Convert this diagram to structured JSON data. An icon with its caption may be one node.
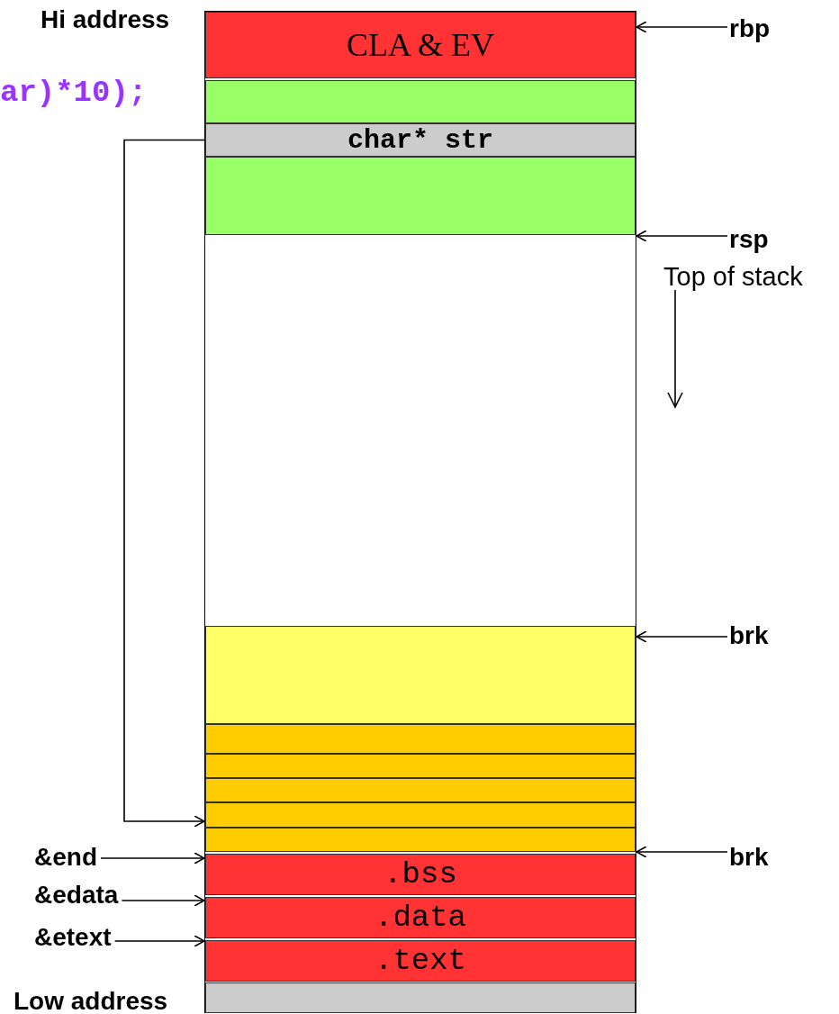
{
  "diagram": {
    "nodes": [
      {
        "text": [
          "CLA & EV"
        ]
      },
      {
        "text": [],
        "shape": "box"
      },
      {
        "text": [
          "char* str"
        ]
      },
      {
        "text": [],
        "shape": "box"
      },
      {
        "text": [],
        "shape": "box"
      },
      {
        "text": [],
        "shape": "box"
      },
      {
        "text": [],
        "shape": "box"
      },
      {
        "text": [],
        "shape": "box"
      },
      {
        "text": [],
        "shape": "box"
      },
      {
        "text": [],
        "shape": "box"
      },
      {
        "text": [
          ".bss"
        ]
      },
      {
        "text": [
          ".data"
        ]
      },
      {
        "text": [
          ".text"
        ]
      },
      {
        "text": [],
        "shape": "box"
      },
      {
        "text": [
          "rbp"
        ]
      },
      {
        "text": [
          "rsp"
        ]
      },
      {
        "text": [
          "brk"
        ]
      },
      {
        "text": [
          "brk"
        ]
      },
      {
        "text": [
          "&end"
        ]
      },
      {
        "text": [
          "&edata"
        ]
      },
      {
        "text": [
          "&etext"
        ]
      }
    ],
    "edges": [
      {
        "from": 14,
        "to": 0,
        "arrow": "to"
      },
      {
        "from": 15,
        "to": 3,
        "arrow": "to"
      },
      {
        "from": 16,
        "to": 4,
        "arrow": "to"
      },
      {
        "from": 17,
        "to": 9,
        "arrow": "to"
      },
      {
        "from": 18,
        "to": 10,
        "arrow": "to"
      },
      {
        "from": 19,
        "to": 11,
        "arrow": "to"
      },
      {
        "from": 20,
        "to": 12,
        "arrow": "to"
      },
      {
        "from": 2,
        "to": 8,
        "arrow": "to"
      }
    ],
    "labels": [
      "Hi address",
      "ar)*10);",
      "Top of stack",
      "Low address"
    ]
  }
}
